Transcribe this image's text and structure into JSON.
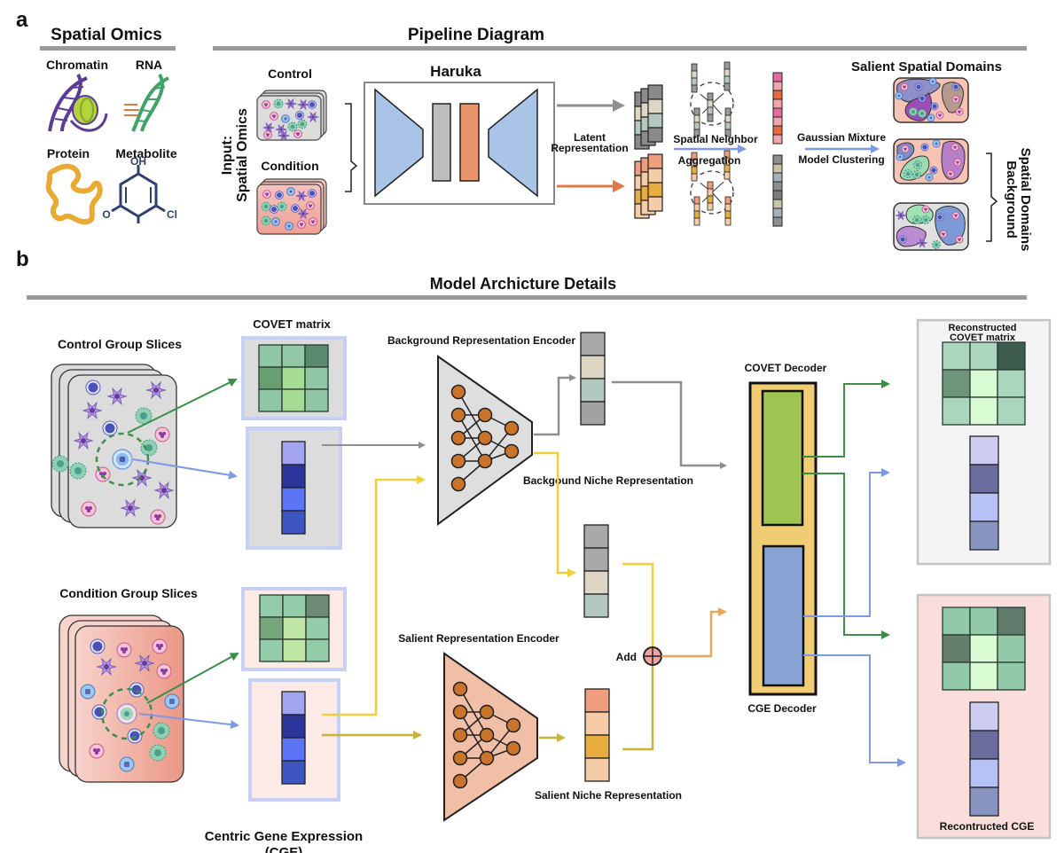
{
  "panel_a": {
    "label": "a",
    "spatial_omics": {
      "title": "Spatial Omics",
      "items": [
        {
          "label": "Chromatin",
          "icon": "dna-nucleosome-icon"
        },
        {
          "label": "RNA",
          "icon": "rna-helix-icon"
        },
        {
          "label": "Protein",
          "icon": "protein-fold-icon"
        },
        {
          "label": "Metabolite",
          "icon": "benzene-ring-icon",
          "atoms": [
            "OH",
            "O",
            "Cl"
          ]
        }
      ]
    },
    "pipeline": {
      "title": "Pipeline Diagram",
      "input_label_line1": "Input:",
      "input_label_line2": "Spatial Omics",
      "control_label": "Control",
      "condition_label": "Condition",
      "model_name": "Haruka",
      "latent_line1": "Latent",
      "latent_line2": "Representation",
      "aggregation_line1": "Spatial Neighbor",
      "aggregation_line2": "Aggregation",
      "clustering_line1": "Gaussian Mixture",
      "clustering_line2": "Model Clustering",
      "salient_domains": "Salient Spatial Domains",
      "background_domains_line1": "Background",
      "background_domains_line2": "Spatial Domains"
    }
  },
  "panel_b": {
    "label": "b",
    "title": "Model Archicture Details",
    "control_slices": "Control Group Slices",
    "condition_slices": "Condition Group Slices",
    "covet_matrix": "COVET matrix",
    "cge_label_line1": "Centric Gene Expression",
    "cge_label_line2": "(CGE)",
    "bg_encoder": "Background Representation Encoder",
    "bg_niche": "Backgound Niche Representation",
    "salient_encoder": "Salient Representation Encoder",
    "salient_niche": "Salient Niche Representation",
    "add_label": "Add",
    "covet_decoder": "COVET Decoder",
    "cge_decoder": "CGE Decoder",
    "recon_covet_line1": "Reconstructed",
    "recon_covet_line2": "COVET matrix",
    "recon_cge": "Recontructed CGE"
  },
  "colors": {
    "header_bar": "#9a9a9a",
    "encoder_blue": "#a9c4e6",
    "latent_gray": "#bdbdbd",
    "latent_orange": "#e8946c",
    "arrow_gray": "#8f8f8f",
    "arrow_orange": "#e07a45",
    "arrow_blue": "#7e99e6",
    "arrow_green": "#3c8f48",
    "arrow_yellow": "#f0cf3a",
    "arrow_olive": "#c9b43a",
    "arrow_tan": "#e8a85a",
    "node_brown": "#c9742a",
    "decoder_frame": "#f0cd72",
    "decoder_green": "#9ec552",
    "decoder_blue": "#89a4d4",
    "control_bg": "#dcdcdc",
    "condition_bg": "#f4b3a6",
    "recon_control_bg": "#f3f3f3",
    "recon_condition_bg": "#f9dedb"
  },
  "matrices": {
    "covet_control": [
      "#8fc6a4",
      "#92c8a6",
      "#5a8a6e",
      "#679e72",
      "#a6db94",
      "#8fc6a4",
      "#8fc6a4",
      "#a6db94",
      "#8fc6a4"
    ],
    "covet_condition": [
      "#94cba8",
      "#94cba8",
      "#6c8a74",
      "#76a77a",
      "#bfe6a4",
      "#94cba8",
      "#94cba8",
      "#bfe6a4",
      "#94cba8"
    ],
    "recon_control": [
      "#a9d6bc",
      "#a9d6bc",
      "#3e5c4e",
      "#6e947a",
      "#d9fbd3",
      "#a9d6bc",
      "#a9d6bc",
      "#d9fbd3",
      "#a9d6bc"
    ],
    "recon_condition": [
      "#90c8a8",
      "#90c8a8",
      "#5e7b6c",
      "#64806c",
      "#d9fbd3",
      "#90c8a8",
      "#90c8a8",
      "#d9fbd3",
      "#90c8a8"
    ]
  },
  "vectors": {
    "cge_input": [
      "#a2a4ef",
      "#2b3499",
      "#5c74f6",
      "#3d56c0"
    ],
    "cge_recon": [
      "#cdcdf2",
      "#6a6c9e",
      "#b6c2f6",
      "#8893c0"
    ],
    "bg_niche_top": [
      "#a9a9a9",
      "#ddd6c4",
      "#b4c8bf",
      "#a2a2a2"
    ],
    "bg_niche_mid": [
      "#a9a9a9",
      "#a9a9a9",
      "#ddd6c4",
      "#b4c8bf"
    ],
    "salient_niche": [
      "#ee9d7d",
      "#f5cba8",
      "#e8ad3f",
      "#f5cba8"
    ],
    "agg_salient": [
      "#e66aa0",
      "#f0a8ac",
      "#e56b3f",
      "#f0a8ac",
      "#e66aa0",
      "#f0a8ac",
      "#e56b3f",
      "#f0a8ac"
    ],
    "agg_background": [
      "#8e8e8e",
      "#c8c4a8",
      "#a8b2b8",
      "#8e8e8e",
      "#7c7c7c",
      "#c8c4a8",
      "#a8b2b8",
      "#8e8e8e"
    ]
  }
}
